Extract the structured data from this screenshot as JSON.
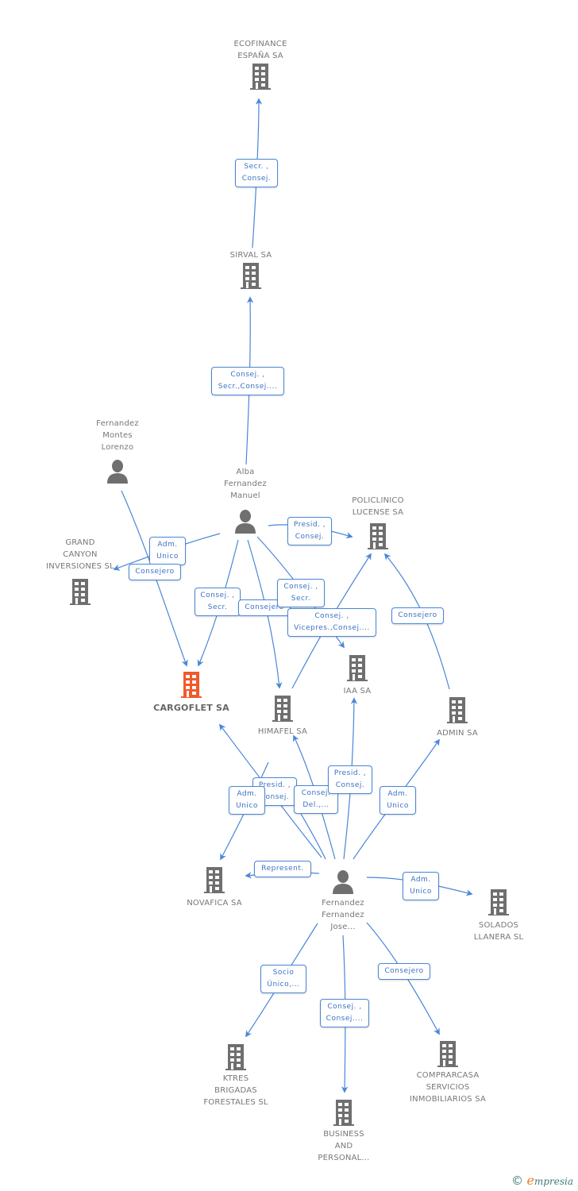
{
  "colors": {
    "edge": "#4a86d8",
    "node_icon": "#6f6f6f",
    "focus_icon": "#f05a2a",
    "label_text": "#3a72c4"
  },
  "nodes": {
    "ecofinance": {
      "label": "ECOFINANCE\nESPAÑA SA",
      "type": "company"
    },
    "sirval": {
      "label": "SIRVAL SA",
      "type": "company"
    },
    "fml": {
      "label": "Fernandez\nMontes\nLorenzo",
      "type": "person"
    },
    "afm": {
      "label": "Alba\nFernandez\nManuel",
      "type": "person"
    },
    "policlinico": {
      "label": "POLICLINICO\nLUCENSE SA",
      "type": "company"
    },
    "grandcanyon": {
      "label": "GRAND\nCANYON\nINVERSIONES SL",
      "type": "company"
    },
    "cargoflet": {
      "label": "CARGOFLET SA",
      "type": "company",
      "focus": true
    },
    "himafel": {
      "label": "HIMAFEL SA",
      "type": "company"
    },
    "iaa": {
      "label": "IAA SA",
      "type": "company"
    },
    "admin": {
      "label": "ADMIN SA",
      "type": "company"
    },
    "novafica": {
      "label": "NOVAFICA SA",
      "type": "company"
    },
    "ffj": {
      "label": "Fernandez\nFernandez\nJose...",
      "type": "person"
    },
    "solados": {
      "label": "SOLADOS\nLLANERA SL",
      "type": "company"
    },
    "ktres": {
      "label": "KTRES\nBRIGADAS\nFORESTALES SL",
      "type": "company"
    },
    "business": {
      "label": "BUSINESS\nAND\nPERSONAL...",
      "type": "company"
    },
    "comprarcasa": {
      "label": "COMPRARCASA\nSERVICIOS\nINMOBILIARIOS SA",
      "type": "company"
    }
  },
  "edges": [
    {
      "from": "sirval",
      "to": "ecofinance",
      "label": "Secr. ,\nConsej."
    },
    {
      "from": "afm",
      "to": "sirval",
      "label": "Consej. ,\nSecr.,Consej...."
    },
    {
      "from": "afm",
      "to": "policlinico",
      "label": "Presid. ,\nConsej."
    },
    {
      "from": "afm",
      "to": "grandcanyon",
      "label": "Adm.\nUnico"
    },
    {
      "from": "fml",
      "to": "cargoflet",
      "label": "Consejero"
    },
    {
      "from": "afm",
      "to": "cargoflet",
      "label": "Consej. ,\nSecr."
    },
    {
      "from": "afm",
      "to": "himafel",
      "label": "Consejero"
    },
    {
      "from": "afm",
      "to": "iaa",
      "label": "Consej. ,\nSecr."
    },
    {
      "from": "himafel",
      "to": "policlinico",
      "label": "Consej. ,\nVicepres.,Consej...."
    },
    {
      "from": "admin",
      "to": "policlinico",
      "label": "Consejero"
    },
    {
      "from": "ffj",
      "to": "cargoflet",
      "label": "Presid. ,\nConsej."
    },
    {
      "from": "ffj",
      "to": "novafica",
      "label": "Adm.\nUnico"
    },
    {
      "from": "ffj",
      "to": "himafel",
      "label": "Consej.\nDel.,..."
    },
    {
      "from": "ffj",
      "to": "iaa",
      "label": "Presid. ,\nConsej."
    },
    {
      "from": "ffj",
      "to": "admin",
      "label": "Adm.\nUnico"
    },
    {
      "from": "ffj",
      "to": "novafica",
      "label": "Represent."
    },
    {
      "from": "ffj",
      "to": "solados",
      "label": "Adm.\nUnico"
    },
    {
      "from": "ffj",
      "to": "ktres",
      "label": "Socio\nÚnico,..."
    },
    {
      "from": "ffj",
      "to": "business",
      "label": "Consej. ,\nConsej...."
    },
    {
      "from": "ffj",
      "to": "comprarcasa",
      "label": "Consejero"
    }
  ],
  "footer": {
    "copyright": "©",
    "brand_e": "e",
    "brand_rest": "mpresia"
  }
}
